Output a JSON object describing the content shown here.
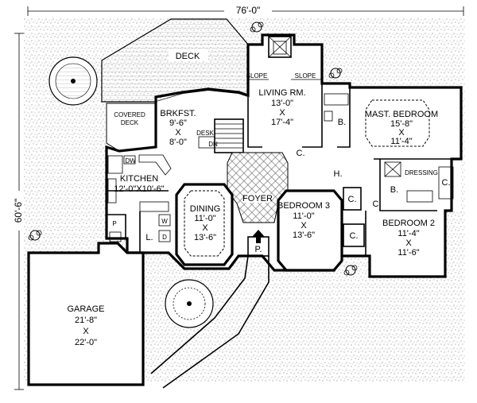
{
  "dimensions": {
    "width": "76'-0\"",
    "depth": "60'-6\""
  },
  "rooms": {
    "deck": "DECK",
    "covered_deck": [
      "COVERED",
      "DECK"
    ],
    "brkfst": [
      "BRKFST.",
      "9'-6\"",
      "X",
      "8'-0\""
    ],
    "living": [
      "LIVING RM.",
      "13'-0\"",
      "X",
      "17'-4\""
    ],
    "kitchen": [
      "KITCHEN",
      "12'-0\"X10'-6\""
    ],
    "dining": [
      "DINING",
      "11'-0\"",
      "X",
      "13'-6\""
    ],
    "foyer": "FOYER",
    "master": [
      "MAST. BEDROOM",
      "15'-8\"",
      "X",
      "11'-4\""
    ],
    "bedroom3": [
      "BEDROOM 3",
      "11'-0\"",
      "X",
      "13'-6\""
    ],
    "bedroom2": [
      "BEDROOM 2",
      "11'-4\"",
      "X",
      "11'-6\""
    ],
    "garage": [
      "GARAGE",
      "21'-8\"",
      "X",
      "22'-0\""
    ]
  },
  "labels": {
    "slope_left": "SLOPE",
    "slope_right": "SLOPE",
    "desk": "DESK",
    "dn": "DN",
    "dw": "DW",
    "bath_master": "B.",
    "bath_hall": "B.",
    "hall": "H.",
    "closet_master": "C.",
    "closet_hall": "C.",
    "closet_bed3": "C.",
    "closet_bed2": "C.",
    "closet_upper": "C.",
    "dressing": "DRESSING",
    "laundry": "L.",
    "washer": "W",
    "dryer": "D",
    "pantry": "P",
    "porch": "P."
  }
}
